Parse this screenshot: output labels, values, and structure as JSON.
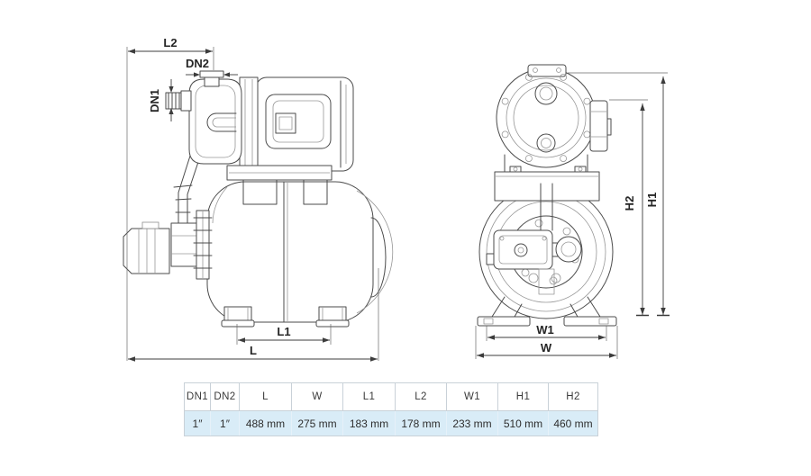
{
  "drawing": {
    "labels": {
      "l2": "L2",
      "dn2": "DN2",
      "dn1": "DN1",
      "l1": "L1",
      "l": "L",
      "w1": "W1",
      "w": "W",
      "h2": "H2",
      "h1": "H1"
    },
    "line_color": "#4b4b4b"
  },
  "table": {
    "headers": [
      "DN1",
      "DN2",
      "L",
      "W",
      "L1",
      "L2",
      "W1",
      "H1",
      "H2"
    ],
    "values": [
      "1″",
      "1″",
      "488 mm",
      "275 mm",
      "183 mm",
      "178 mm",
      "233 mm",
      "510 mm",
      "460 mm"
    ],
    "value_row_background": "#d9ecf7",
    "border_color": "#c9d1d8"
  }
}
